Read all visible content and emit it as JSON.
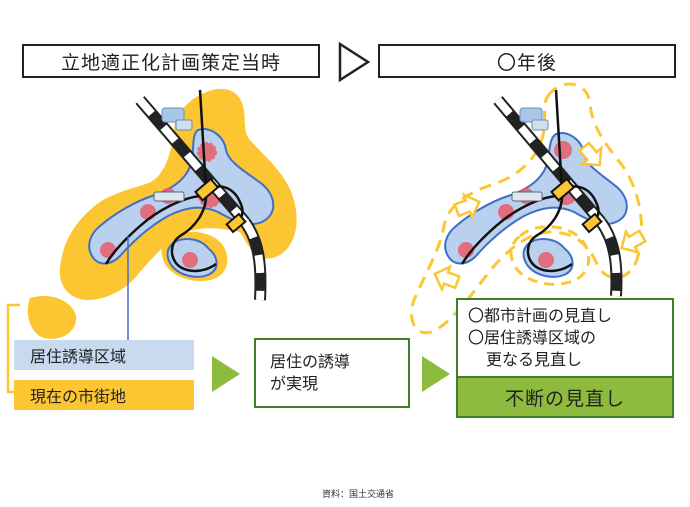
{
  "titles": {
    "left": "立地適正化計画策定当時",
    "right": "〇年後"
  },
  "legend": {
    "residential_zone": "居住誘導区域",
    "current_urban_area": "現在の市街地"
  },
  "middle_box": {
    "line1": "居住の誘導",
    "line2": "が実現"
  },
  "right_box": {
    "line1": "〇都市計画の見直し",
    "line2": "〇居住誘導区域の",
    "line3": "更なる見直し"
  },
  "result_box": {
    "label": "不断の見直し"
  },
  "source": "資料：国土交通省",
  "colors": {
    "urban_yellow": "#fcc633",
    "zone_blue": "#b9d0ee",
    "zone_outline": "#3f6fc4",
    "centers_red": "#e85d6a",
    "arrow_green": "#8dbb3e",
    "frame_green": "#3f7f2a",
    "result_fill": "#8dbb3e",
    "legend_blue": "#c9d9ee"
  }
}
